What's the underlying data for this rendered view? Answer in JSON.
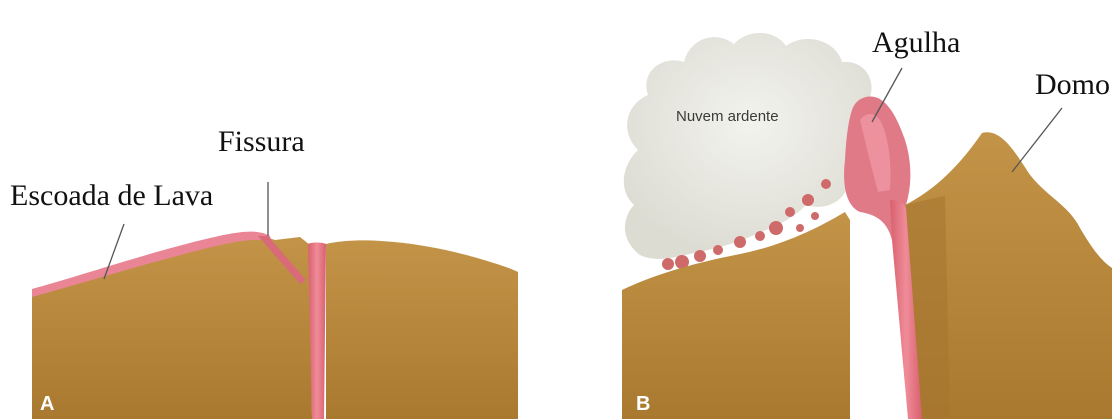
{
  "panels": [
    {
      "letter": "A",
      "labels": {
        "lava_flow": "Escoada de Lava",
        "fissure": "Fissura"
      }
    },
    {
      "letter": "B",
      "labels": {
        "cloud": "Nuvem ardente",
        "needle": "Agulha",
        "dome": "Domo"
      }
    }
  ],
  "colors": {
    "rock": "#b8893c",
    "rock_dark": "#9a6e2a",
    "lava": "#e07a86",
    "lava_dark": "#c9576a",
    "cloud": "#ebebe4"
  }
}
